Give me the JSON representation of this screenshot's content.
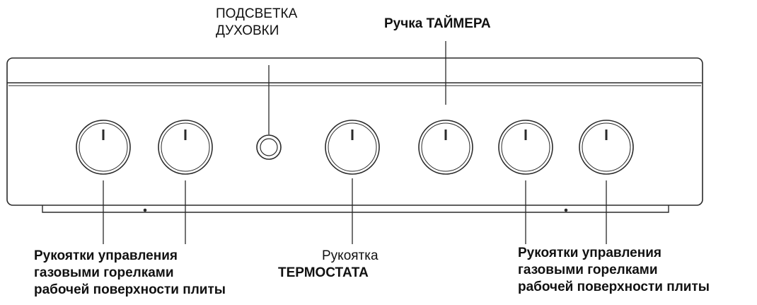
{
  "labels": {
    "oven_light": {
      "line1": "ПОДСВЕТКА",
      "line2": "ДУХОВКИ"
    },
    "timer": {
      "text": "Ручка ТАЙМЕРА"
    },
    "thermostat": {
      "line1": "Рукоятка",
      "line2": "ТЕРМОСТАТА"
    },
    "burners_left": {
      "line1": "Рукоятки управления",
      "line2": "газовыми горелками",
      "line3": "рабочей поверхности плиты"
    },
    "burners_right": {
      "line1": "Рукоятки управления",
      "line2": "газовыми горелками",
      "line3": "рабочей поверхности плиты"
    }
  },
  "colors": {
    "line": "#2a2a2a",
    "text": "#111111",
    "background": "#ffffff"
  }
}
